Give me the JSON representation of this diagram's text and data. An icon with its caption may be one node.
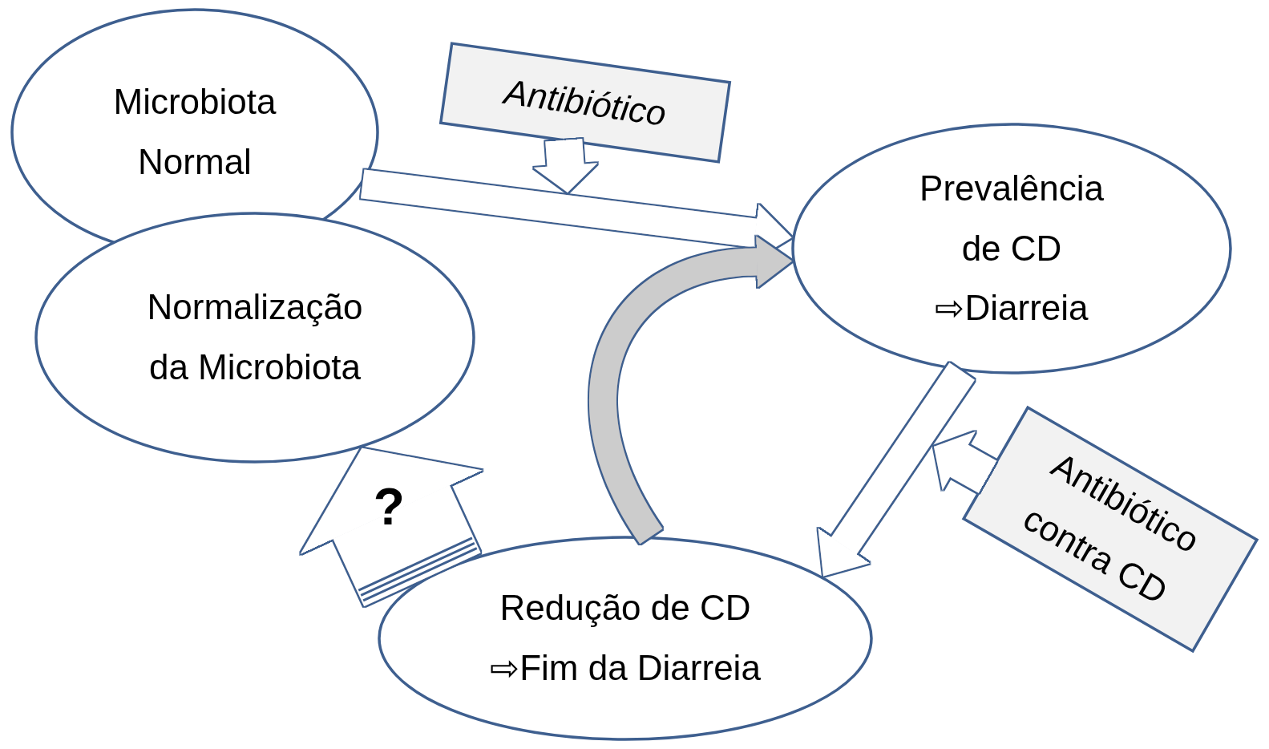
{
  "diagram": {
    "nodes": [
      {
        "text": [
          "Microbiota Normal"
        ]
      },
      {
        "text": [
          "Normalização da Microbiota"
        ]
      },
      {
        "text": [
          "Prevalência de CD ⇨Diarreia"
        ]
      },
      {
        "text": [
          "Redução de CD ⇨Fim da Diarreia"
        ]
      },
      {
        "text": [
          "Antibiótico"
        ]
      },
      {
        "text": [
          "Antibiótico contra CD"
        ]
      }
    ],
    "edges": [
      {
        "from": 0,
        "to": 2,
        "arrow": "to"
      },
      {
        "from": 2,
        "to": 3,
        "arrow": "to"
      },
      {
        "from": 3,
        "to": 2,
        "arrow": "to",
        "color": "#cccccc"
      },
      {
        "from": 3,
        "to": 1,
        "arrow": "to",
        "label": "?",
        "style": "thick"
      },
      {
        "from": 4,
        "to": null,
        "arrow": "to"
      },
      {
        "from": 5,
        "to": null,
        "arrow": "to"
      }
    ]
  }
}
